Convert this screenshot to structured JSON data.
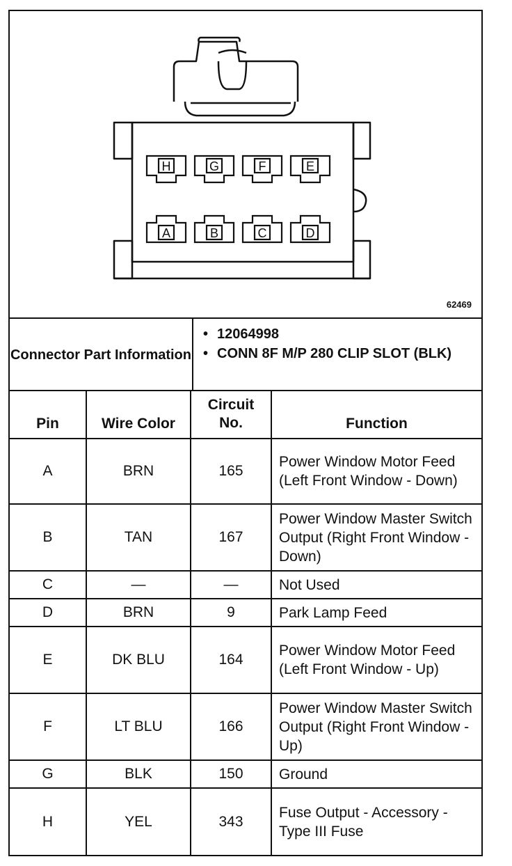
{
  "figure_number": "62469",
  "connector": {
    "label": "Connector Part Information",
    "info": [
      "12064998",
      "CONN 8F M/P 280 CLIP SLOT (BLK)"
    ],
    "cavity_top": [
      "H",
      "G",
      "F",
      "E"
    ],
    "cavity_bottom": [
      "A",
      "B",
      "C",
      "D"
    ]
  },
  "table": {
    "headers": {
      "pin": "Pin",
      "wire_color": "Wire Color",
      "circuit": "Circuit No.",
      "function": "Function"
    },
    "rows": [
      {
        "pin": "A",
        "wire": "BRN",
        "circuit": "165",
        "function": "Power Window Motor Feed (Left Front Window - Down)"
      },
      {
        "pin": "B",
        "wire": "TAN",
        "circuit": "167",
        "function": "Power Window Master Switch Output (Right Front Window - Down)"
      },
      {
        "pin": "C",
        "wire": "—",
        "circuit": "—",
        "function": "Not Used"
      },
      {
        "pin": "D",
        "wire": "BRN",
        "circuit": "9",
        "function": "Park Lamp Feed"
      },
      {
        "pin": "E",
        "wire": "DK BLU",
        "circuit": "164",
        "function": "Power Window Motor Feed (Left Front Window - Up)"
      },
      {
        "pin": "F",
        "wire": "LT BLU",
        "circuit": "166",
        "function": "Power Window Master Switch Output (Right Front Window - Up)"
      },
      {
        "pin": "G",
        "wire": "BLK",
        "circuit": "150",
        "function": "Ground"
      },
      {
        "pin": "H",
        "wire": "YEL",
        "circuit": "343",
        "function": "Fuse Output - Accessory - Type III Fuse"
      }
    ]
  }
}
